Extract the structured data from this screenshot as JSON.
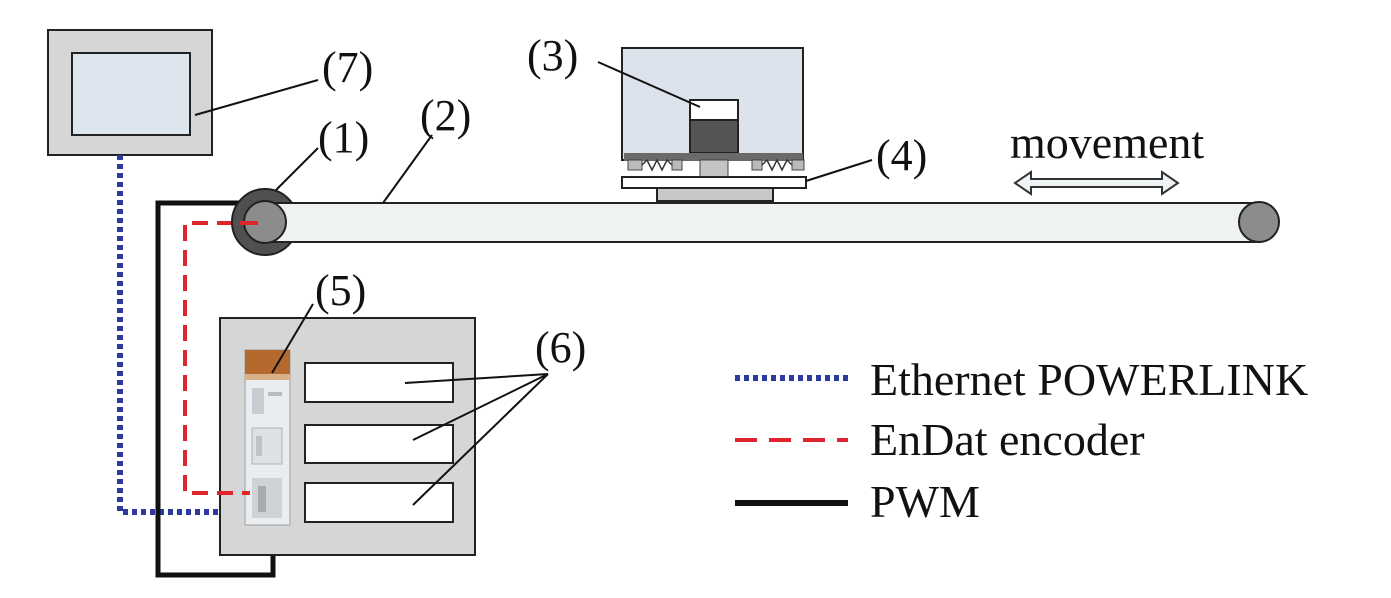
{
  "diagram": {
    "labels": {
      "motor": "(1)",
      "belt": "(2)",
      "load": "(3)",
      "cart": "(4)",
      "drive": "(5)",
      "modules": "(6)",
      "hmi": "(7)"
    },
    "movement": "movement",
    "legend": [
      {
        "label": "Ethernet POWERLINK",
        "line_style": "dotted",
        "color": "#2b3a9e"
      },
      {
        "label": "EnDat encoder",
        "line_style": "dashed",
        "color": "#e0242c"
      },
      {
        "label": "PWM",
        "line_style": "solid",
        "color": "#111111"
      }
    ]
  },
  "colors": {
    "ethernet": "#2b3a9e",
    "encoder": "#e0242c",
    "pwm": "#111111",
    "panel_gray": "#d6d6d6",
    "screen_blue": "#dde6ee",
    "roller_gray": "#8c8c8c",
    "motor_dark": "#505050"
  }
}
